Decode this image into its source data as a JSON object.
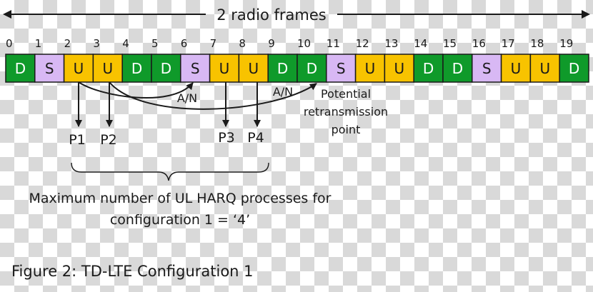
{
  "header": {
    "label": "2 radio frames"
  },
  "subframes": {
    "numbers": [
      "0",
      "1",
      "2",
      "3",
      "4",
      "5",
      "6",
      "7",
      "8",
      "9",
      "10",
      "11",
      "12",
      "13",
      "14",
      "15",
      "16",
      "17",
      "18",
      "19"
    ],
    "types": [
      "D",
      "S",
      "U",
      "U",
      "D",
      "D",
      "S",
      "U",
      "U",
      "D",
      "D",
      "S",
      "U",
      "U",
      "D",
      "D",
      "S",
      "U",
      "U",
      "D"
    ]
  },
  "colors": {
    "D": "#0f9a2a",
    "S": "#d8b8f4",
    "U": "#f8c300",
    "outline": "#1a1a1a"
  },
  "arrows": {
    "ack1": "A/N",
    "ack2": "A/N"
  },
  "processes": {
    "p1": "P1",
    "p2": "P2",
    "p3": "P3",
    "p4": "P4"
  },
  "retransmission": {
    "line1": "Potential",
    "line2": "retransmission",
    "line3": "point"
  },
  "brace_caption": {
    "line1": "Maximum number of UL HARQ processes for",
    "line2": "configuration 1 = ‘4’"
  },
  "figure_caption": "Figure 2: TD-LTE Configuration 1"
}
